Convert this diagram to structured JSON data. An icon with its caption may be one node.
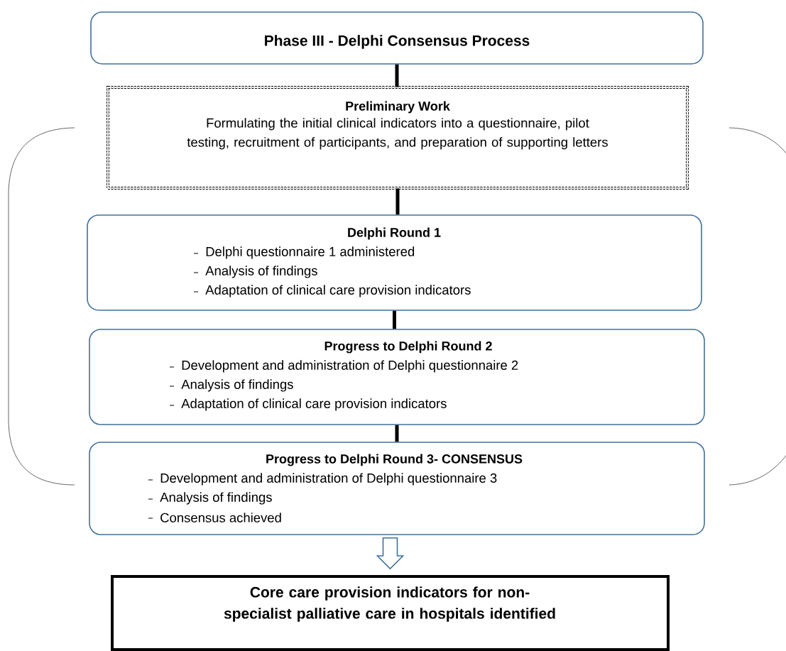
{
  "diagram": {
    "nodes": [
      {
        "text": [
          "Phase III - Delphi Consensus Process"
        ]
      },
      {
        "text": [
          "Preliminary Work",
          "Formulating the initial clinical indicators into a questionnaire, pilot testing, recruitment of participants, and preparation of supporting letters"
        ]
      },
      {
        "text": [
          "Delphi Round 1",
          "Delphi questionnaire 1 administered",
          "Analysis of findings",
          "Adaptation of clinical care provision indicators"
        ]
      },
      {
        "text": [
          "Progress to Delphi Round 2",
          "Development and administration of Delphi questionnaire 2",
          "Analysis of findings",
          "Adaptation of clinical care provision indicators"
        ]
      },
      {
        "text": [
          "Progress to Delphi Round 3- CONSENSUS",
          "Development and administration of Delphi questionnaire 3",
          "Analysis of findings",
          "Consensus achieved"
        ]
      },
      {
        "text": [
          "Core care provision indicators for non-specialist palliative care in hospitals identified"
        ]
      }
    ],
    "edges": [
      {
        "from": 0,
        "to": 1,
        "arrow": "none"
      },
      {
        "from": 1,
        "to": 2,
        "arrow": "none"
      },
      {
        "from": 2,
        "to": 3,
        "arrow": "none"
      },
      {
        "from": 3,
        "to": 4,
        "arrow": "none"
      },
      {
        "from": 4,
        "to": 5,
        "arrow": "to",
        "color": "#41719c"
      }
    ]
  }
}
